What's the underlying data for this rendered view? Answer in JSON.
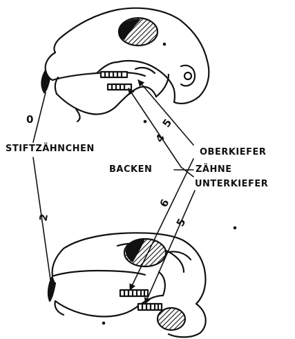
{
  "labels": {
    "stiftzaehnchen": "STIFTZÄHNCHEN",
    "oberkiefer": "OBERKIEFER",
    "backen": "BACKEN",
    "zaehne": "ZÄHNE",
    "unterkiefer": "UNTERKIEFER"
  },
  "counts": {
    "upper_stift": "0",
    "lower_stift": "2",
    "upper_ober": "5",
    "upper_unter": "4",
    "lower_ober": "6",
    "lower_unter": "5"
  }
}
